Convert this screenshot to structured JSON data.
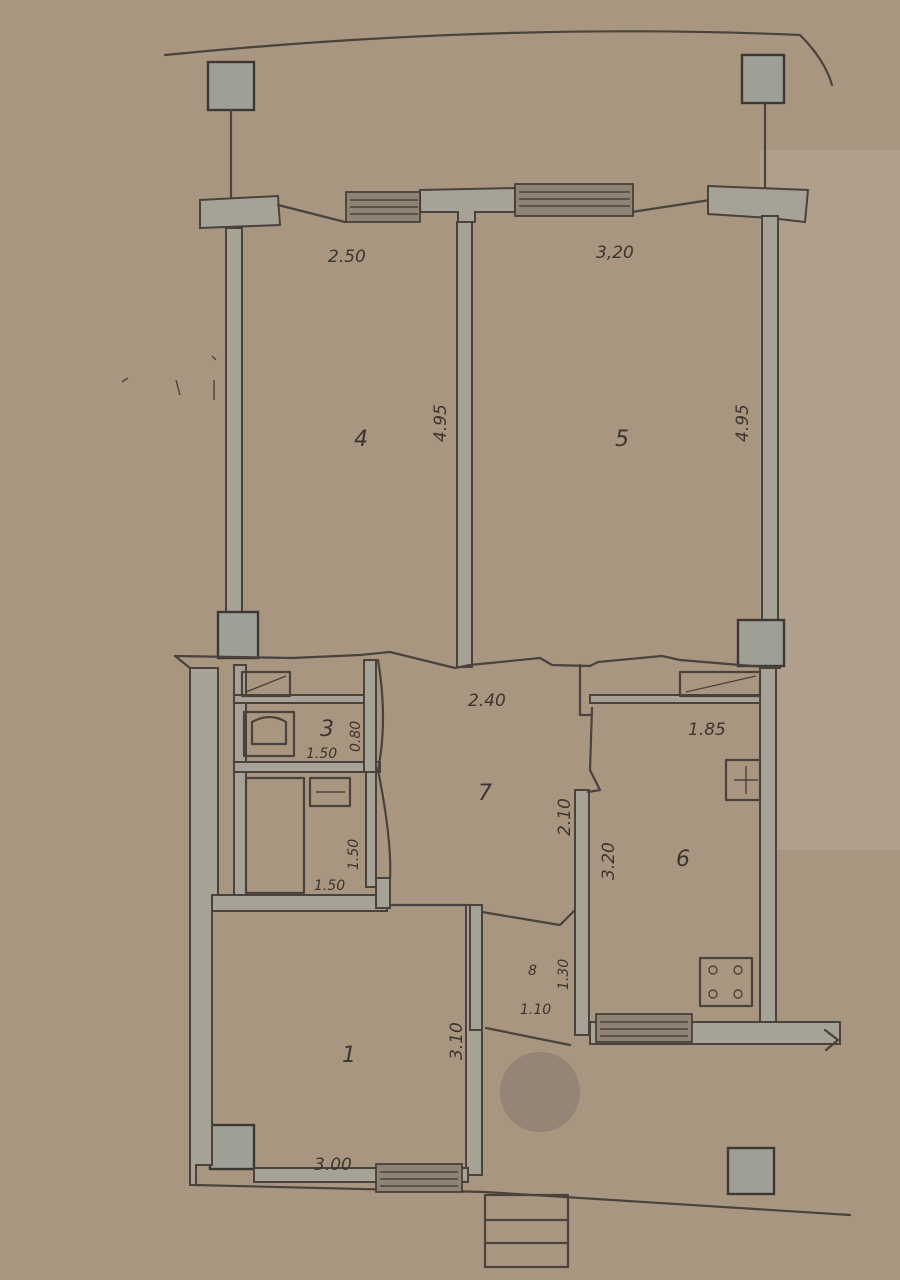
{
  "background_color": "#a99680",
  "ink_color": "#4a423c",
  "rooms": {
    "r1": "1",
    "r3": "3",
    "r4": "4",
    "r5": "5",
    "r6": "6",
    "r7": "7",
    "r8": "8"
  },
  "dimensions": {
    "d_250": "2.50",
    "d_320": "3,20",
    "d_495_left": "4.95",
    "d_495_right": "4.95",
    "d_240": "2.40",
    "d_185": "1.85",
    "d_210": "2.10",
    "d_320_kitchen": "3.20",
    "d_150_bath_a": "1.50",
    "d_080": "0.80",
    "d_150_bath_b": "1.50",
    "d_150_bath_c": "1.50",
    "d_110": "1.10",
    "d_130": "1.30",
    "d_310": "3.10",
    "d_300": "3.00"
  }
}
